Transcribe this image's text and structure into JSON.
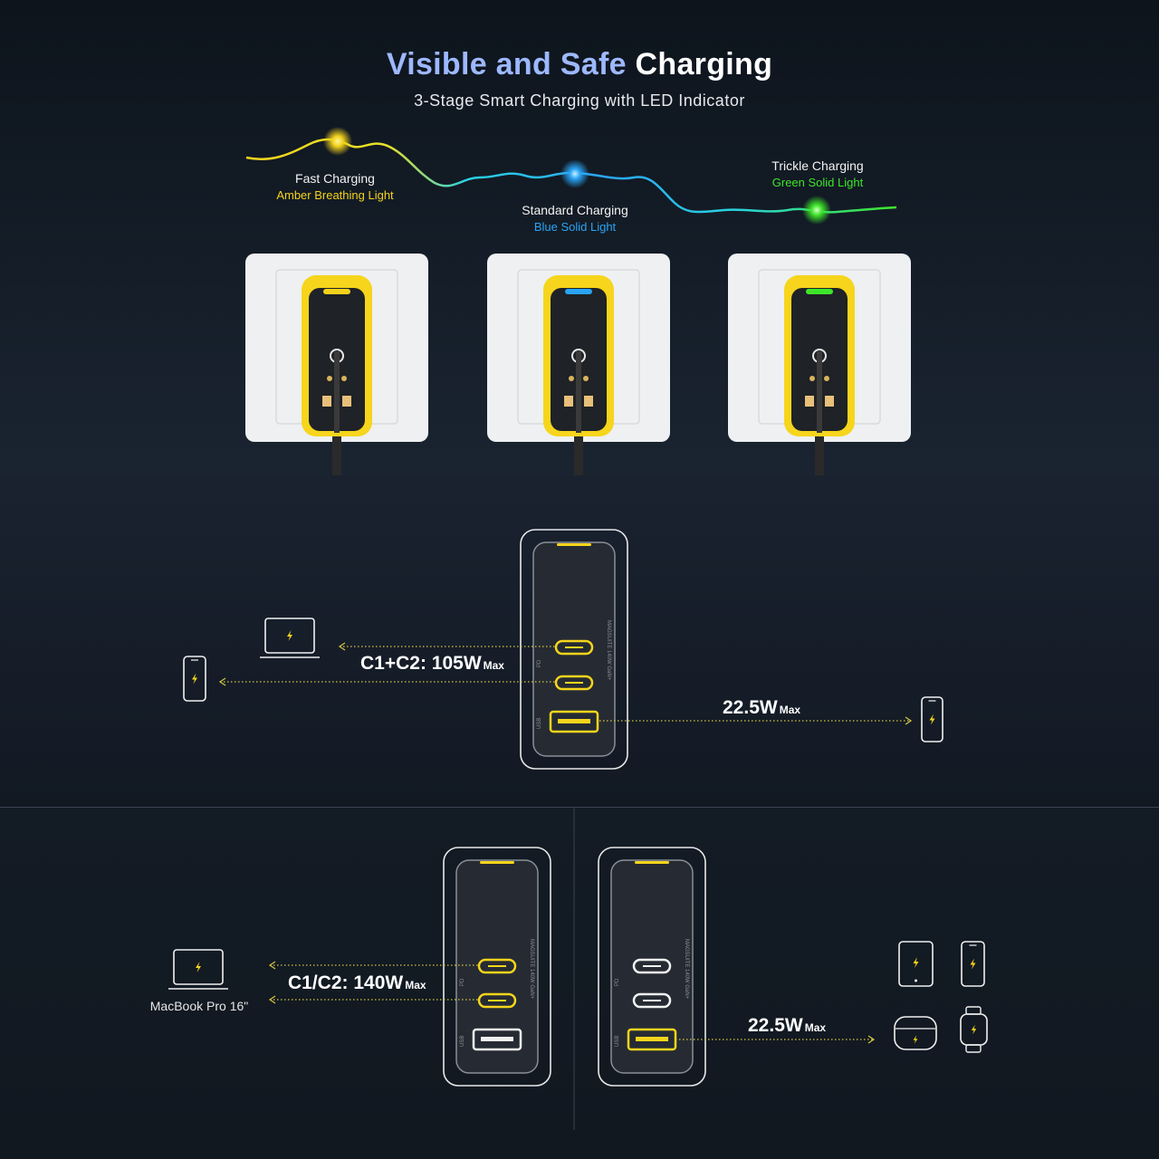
{
  "header": {
    "title_highlight": "Visible and Safe",
    "title_rest": "Charging",
    "subtitle": "3-Stage Smart Charging with LED Indicator"
  },
  "stages": [
    {
      "name": "Fast Charging",
      "light": "Amber Breathing Light",
      "color": "#f2d21b"
    },
    {
      "name": "Standard Charging",
      "light": "Blue Solid Light",
      "color": "#2aa4f4"
    },
    {
      "name": "Trickle Charging",
      "light": "Green Solid Light",
      "color": "#3ee62a"
    }
  ],
  "dual_mode": {
    "c1c2_label": "C1+C2: 105W",
    "c1c2_suffix": "Max",
    "usb_label": "22.5W",
    "usb_suffix": "Max"
  },
  "single_mode": {
    "c_label": "C1/C2: 140W",
    "c_suffix": "Max",
    "device_label": "MacBook Pro 16\"",
    "usb_label": "22.5W",
    "usb_suffix": "Max"
  },
  "charger_marks": {
    "port_pd": "PD",
    "port_usb": "USB",
    "brand_vertical": "MAGSUITE  140W GaN+"
  },
  "colors": {
    "accent_yellow": "#f6d51c",
    "amber": "#f2d21b",
    "blue": "#2aa4f4",
    "green": "#3ee62a",
    "title_blue": "#9db8ff"
  }
}
